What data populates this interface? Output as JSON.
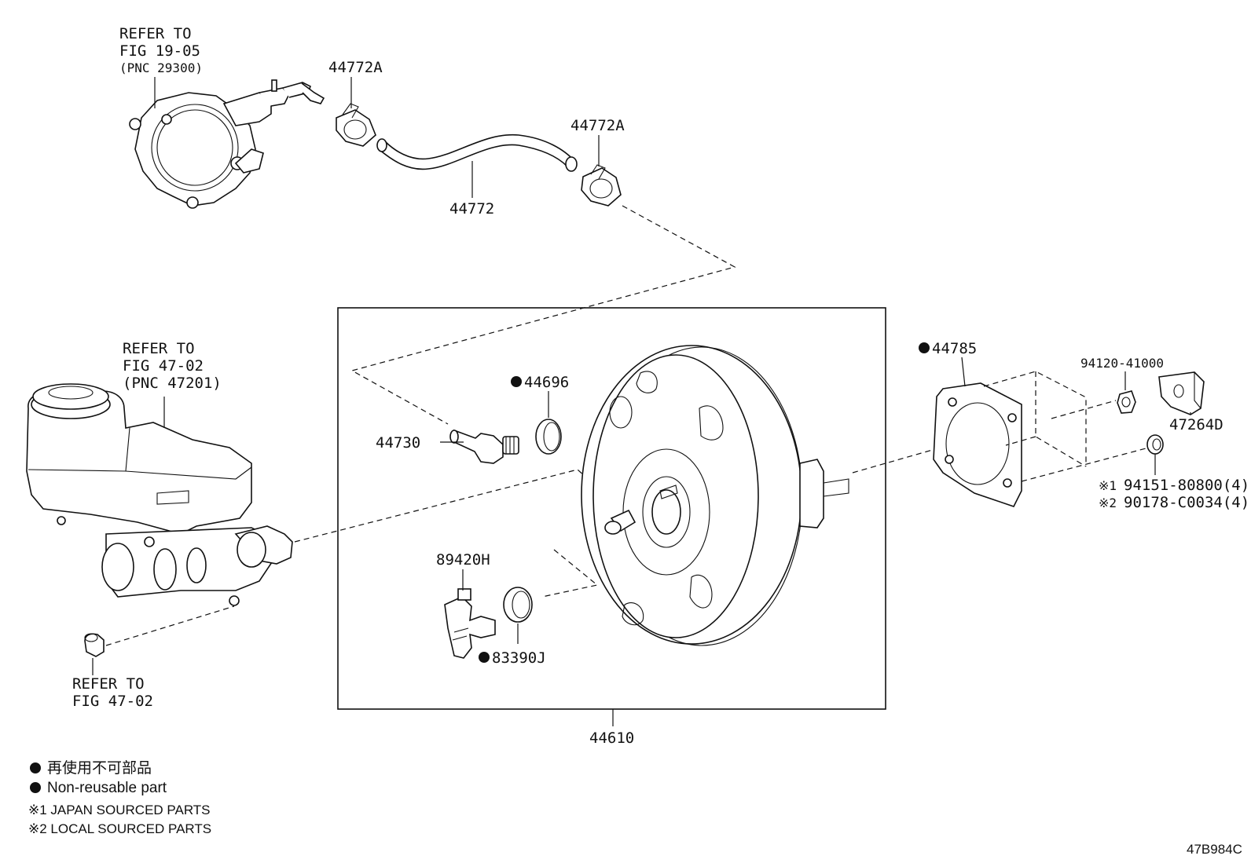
{
  "refs": {
    "pump": [
      "REFER TO",
      "FIG 19-05",
      "(PNC 29300)"
    ],
    "master": [
      "REFER TO",
      "FIG 47-02",
      "(PNC 47201)"
    ],
    "cap": [
      "REFER TO",
      "FIG 47-02"
    ]
  },
  "parts": {
    "clamp_a1": "44772A",
    "clamp_a2": "44772A",
    "hose": "44772",
    "gasket": "44785",
    "nut": "94120-41000",
    "bracket": "47264D",
    "stud1": "94151-80800(4)",
    "stud2": "90178-C0034(4)",
    "stud1_prefix": "※1",
    "stud2_prefix": "※2",
    "grommet": "44696",
    "check_valve": "44730",
    "sensor": "89420H",
    "sensor_seal": "83390J",
    "booster": "44610"
  },
  "legend": {
    "jp": "再使用不可部品",
    "en": "Non-reusable part",
    "note1": "※1 JAPAN SOURCED PARTS",
    "note2": "※2 LOCAL SOURCED PARTS"
  },
  "code": "47B984C"
}
